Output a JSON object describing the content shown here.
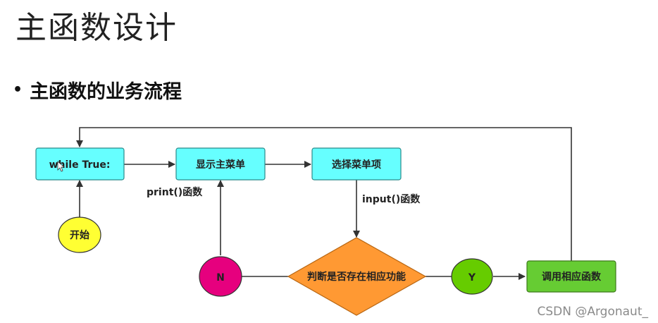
{
  "slide": {
    "title": "主函数设计",
    "bullet": "主函数的业务流程"
  },
  "flowchart": {
    "nodes": {
      "while_true": "while True:",
      "show_menu": "显示主菜单",
      "select_item": "选择菜单项",
      "start": "开始",
      "decision": "判断是否存在相应功能",
      "no": "N",
      "yes": "Y",
      "call_function": "调用相应函数"
    },
    "edge_labels": {
      "print_func": "print()函数",
      "input_func": "input()函数"
    },
    "colors": {
      "process": "#66ffff",
      "start": "#ffff33",
      "decision": "#ff9933",
      "no": "#e6007e",
      "yes": "#66cc00",
      "call": "#66cc33",
      "line": "#333333"
    }
  },
  "watermark": "CSDN @Argonaut_"
}
